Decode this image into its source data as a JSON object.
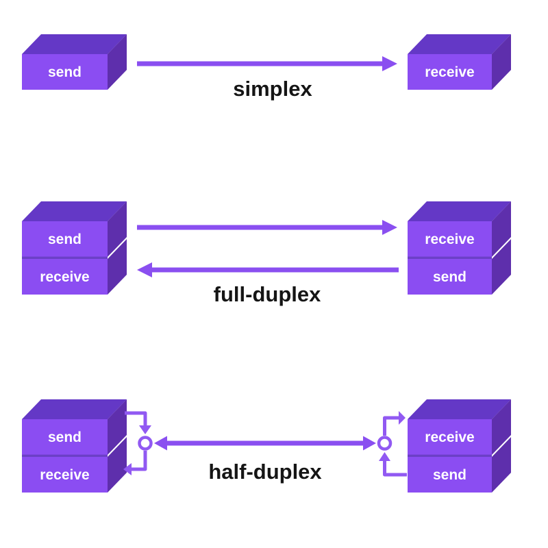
{
  "diagram": {
    "background": "#ffffff",
    "colors": {
      "box_front": "#8b4df2",
      "box_top": "#6438c6",
      "box_side": "#5e2fac",
      "box_divider": "#6b40c6",
      "arrow": "#8a4ff0",
      "connector": "#9159f2",
      "hub_circle_fill": "#ffffff",
      "section_label_text": "#151515",
      "box_label_text": "#ffffff"
    },
    "sections": [
      {
        "label": "simplex",
        "left": {
          "top": "send"
        },
        "right": {
          "top": "receive"
        }
      },
      {
        "label": "full-duplex",
        "left": {
          "top": "send",
          "bottom": "receive"
        },
        "right": {
          "top": "receive",
          "bottom": "send"
        }
      },
      {
        "label": "half-duplex",
        "left": {
          "top": "send",
          "bottom": "receive"
        },
        "right": {
          "top": "receive",
          "bottom": "send"
        }
      }
    ]
  }
}
